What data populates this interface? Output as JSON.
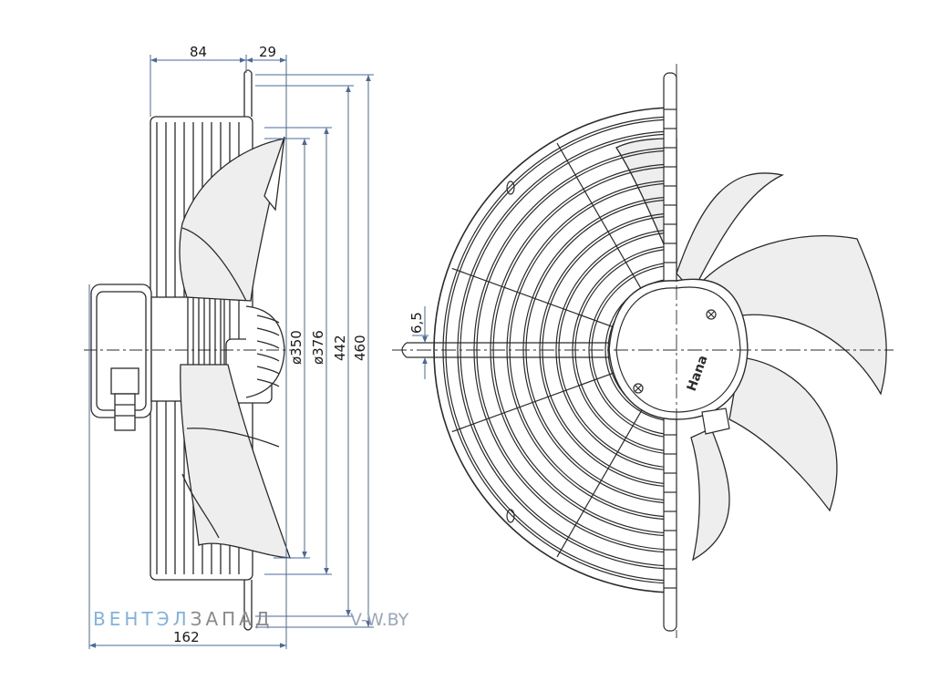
{
  "dimensions": {
    "top_depth": "84",
    "top_offset": "29",
    "bottom_total": "162",
    "bore": "6,5",
    "d350": "ø350",
    "d376": "ø376",
    "h442": "442",
    "h460": "460"
  },
  "hub_logo": "Hana",
  "watermark": {
    "part1": "ВЕНТЭЛ",
    "part2": "ЗАПАД",
    "site": "V-W.BY"
  },
  "colors": {
    "outline": "#2b2b2b",
    "blade_fill": "#eeeeee",
    "dim_line": "#4a6a9a",
    "brand_light": "#7fb2e0",
    "brand_dark": "#8a8a8a",
    "site": "#9aa6b8"
  }
}
